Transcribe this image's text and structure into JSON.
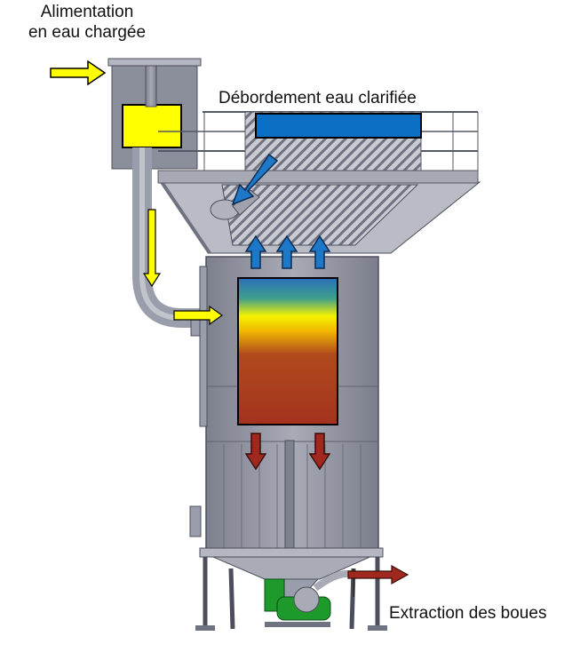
{
  "labels": {
    "feed_line1": "Alimentation",
    "feed_line2": "en eau chargée",
    "overflow": "Débordement eau clarifiée",
    "sludge": "Extraction des boues"
  },
  "colors": {
    "feed_arrow": "#ffff00",
    "clarified_water": "#0a6fc2",
    "up_arrows": "#1e78c8",
    "sludge_arrows": "#a0281e",
    "gradient_top": "#2a6fb8",
    "gradient_mid": "#f4f200",
    "gradient_bottom": "#a4321e",
    "steel": "#8a8d99",
    "pump": "#1e9a2c"
  },
  "icons": [
    "feed-arrow-icon",
    "clarified-water-outlet-icon",
    "sludge-extraction-arrow-icon",
    "pump-icon"
  ]
}
